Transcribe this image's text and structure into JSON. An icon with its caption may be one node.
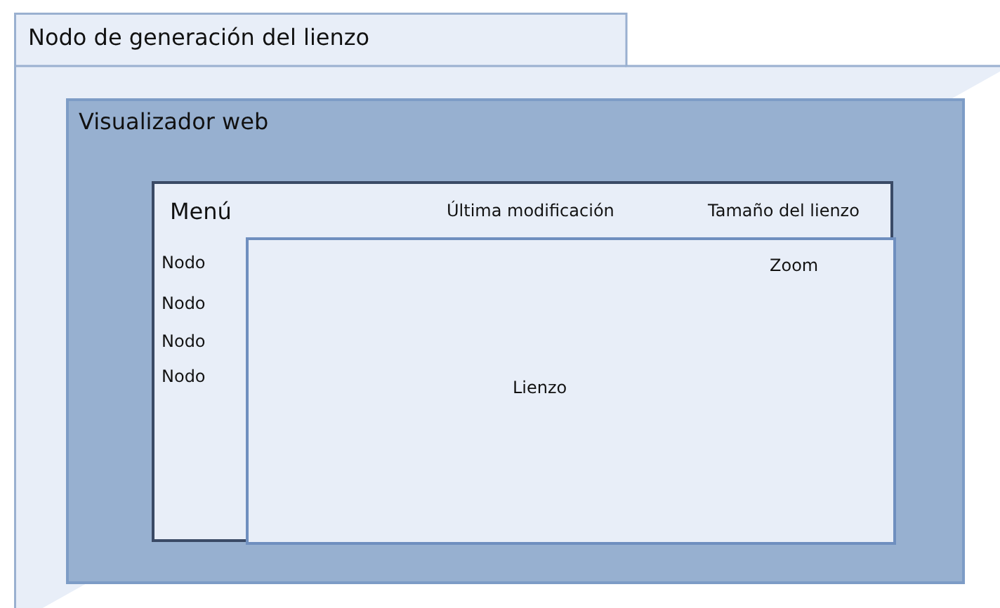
{
  "diagram": {
    "nodes": [
      {
        "text": [
          "Nodo de generación del lienzo"
        ]
      },
      {
        "text": [
          "Visualizador web"
        ],
        "in": 0
      },
      {
        "text": [
          "Menú",
          "Última modificación",
          "Tamaño del lienzo",
          "Nodo",
          "Nodo",
          "Nodo",
          "Nodo"
        ],
        "in": 1
      },
      {
        "text": [
          "Zoom",
          "Lienzo"
        ],
        "in": 2
      }
    ]
  }
}
